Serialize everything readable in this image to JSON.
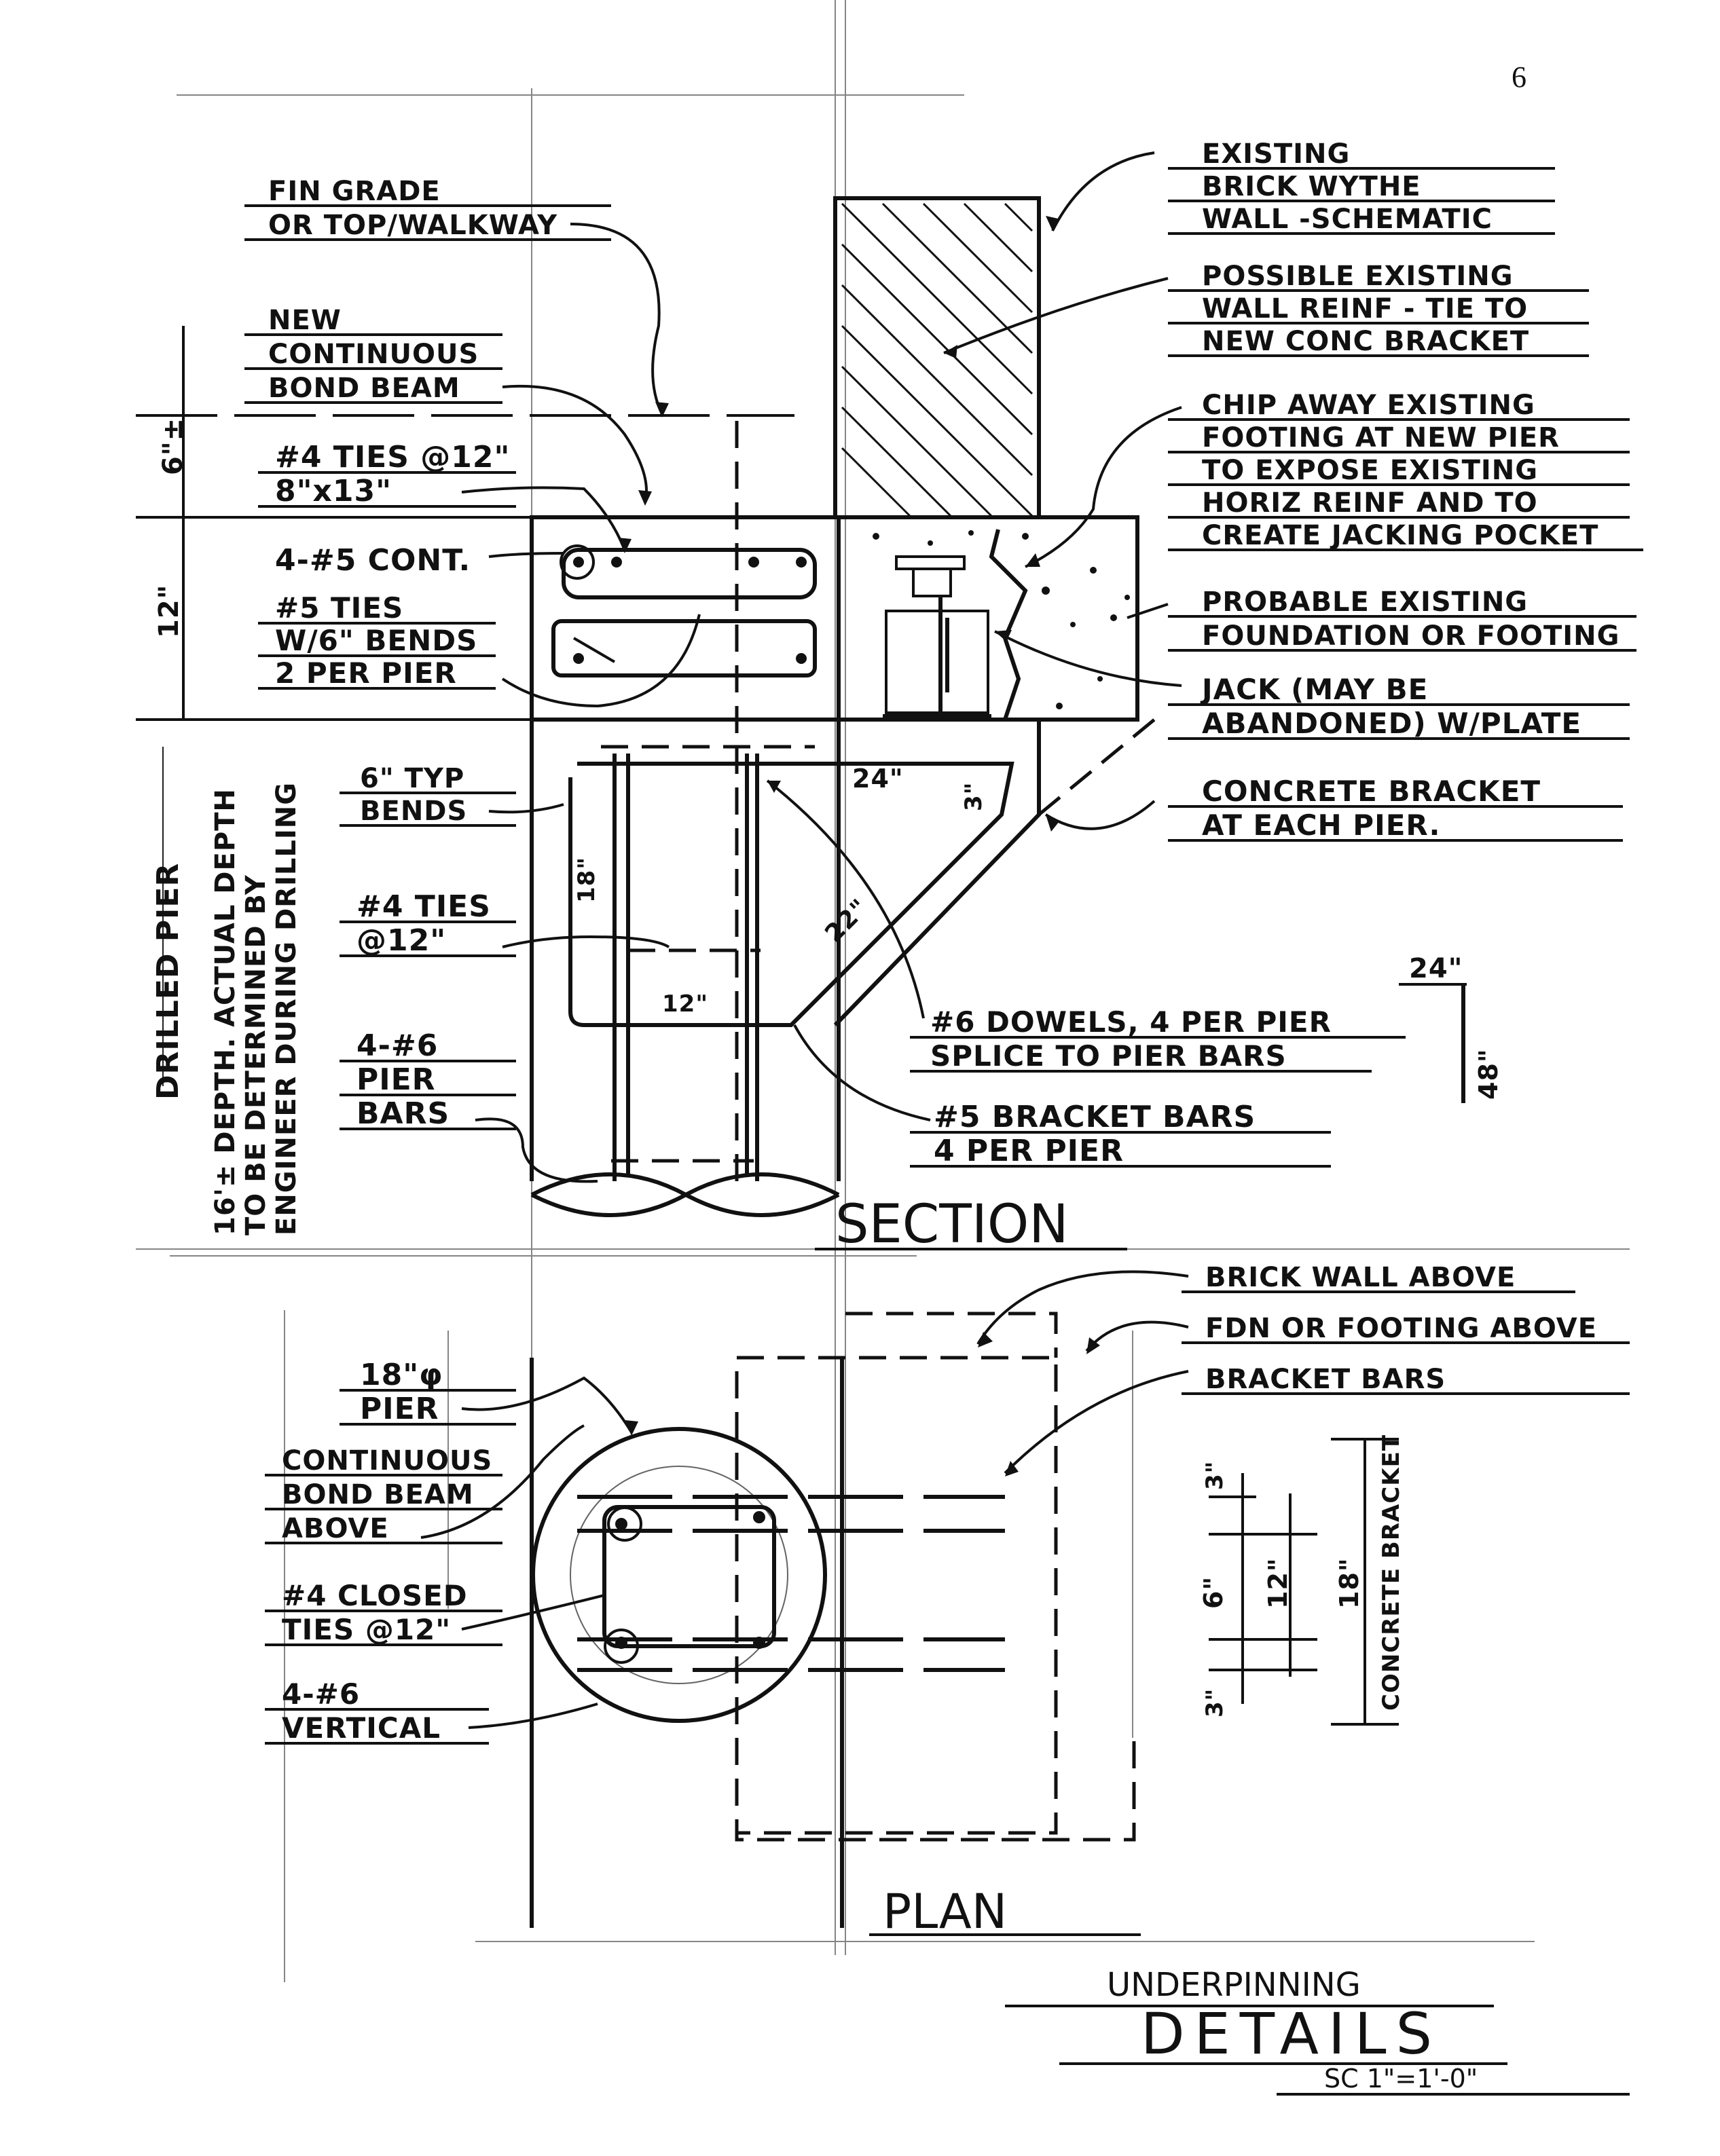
{
  "page_number": "6",
  "labels": {
    "existing_wall": [
      "EXISTING",
      "BRICK WYTHE",
      "WALL -SCHEMATIC"
    ],
    "fin_grade": [
      "FIN GRADE",
      "OR TOP/WALKWAY"
    ],
    "wall_reinf": [
      "POSSIBLE EXISTING",
      "WALL REINF - TIE TO",
      "NEW CONC BRACKET"
    ],
    "bond_beam": [
      "NEW",
      "CONTINUOUS",
      "BOND BEAM"
    ],
    "chip_away": [
      "CHIP AWAY EXISTING",
      "FOOTING AT NEW PIER",
      "TO EXPOSE EXISTING",
      "HORIZ REINF AND TO",
      "CREATE JACKING POCKET"
    ],
    "ties_12": [
      "#4 TIES @12\"",
      "8\"x13\""
    ],
    "cont_bars": "4-#5 CONT.",
    "ties_5": [
      "#5 TIES",
      "W/6\" BENDS",
      "2 PER PIER"
    ],
    "foundation": [
      "PROBABLE EXISTING",
      "FOUNDATION OR FOOTING"
    ],
    "jack": [
      "JACK (MAY BE",
      "ABANDONED) W/PLATE"
    ],
    "bends": [
      "6\" TYP",
      "BENDS"
    ],
    "bracket": [
      "CONCRETE BRACKET",
      "AT EACH PIER."
    ],
    "drilled_pier": "DRILLED PIER",
    "depth_note": [
      "16'± DEPTH. ACTUAL DEPTH",
      "TO BE DETERMINED BY",
      "ENGINEER DURING DRILLING"
    ],
    "ties_4": [
      "#4 TIES",
      "@12\""
    ],
    "pier_bars": [
      "4-#6",
      "PIER",
      "BARS"
    ],
    "dowels": [
      "#6 DOWELS, 4 PER PIER",
      "SPLICE TO PIER BARS"
    ],
    "bracket_bars_sec": [
      "#5 BRACKET BARS",
      "4 PER PIER"
    ],
    "section_title": "SECTION",
    "brick_above": "BRICK WALL ABOVE",
    "fdn_above": "FDN OR FOOTING ABOVE",
    "bracket_bars": "BRACKET BARS",
    "pier_dia": [
      "18\"φ",
      "PIER"
    ],
    "bond_above": [
      "CONTINUOUS",
      "BOND BEAM",
      "ABOVE"
    ],
    "closed_ties": [
      "#4 CLOSED",
      "TIES @12\""
    ],
    "vertical": [
      "4-#6",
      "VERTICAL"
    ],
    "concrete_bracket": "CONCRETE BRACKET",
    "plan_title": "PLAN",
    "sheet_title_1": "UNDERPINNING",
    "sheet_title_2": "DETAILS",
    "scale": "SC 1\"=1'-0\""
  },
  "dimensions": {
    "beam_top": "6\"±",
    "beam_depth": "12\"",
    "bracket_width": "24\"",
    "bracket_corner": "3\"",
    "bracket_height": "18\"",
    "bracket_diag": "22\"",
    "bracket_bottom": "12\"",
    "dowel_leg": "24\"",
    "dowel_height": "48\"",
    "plan_3a": "3\"",
    "plan_6": "6\"",
    "plan_12": "12\"",
    "plan_18": "18\"",
    "plan_3b": "3\""
  }
}
